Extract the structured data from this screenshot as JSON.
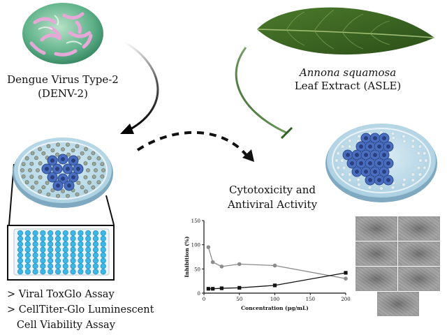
{
  "virus": {
    "line1": "Dengue Virus Type-2",
    "line2": "(DENV-2)"
  },
  "extract": {
    "line1": "Annona squamosa",
    "line2": "Leaf Extract (ASLE)"
  },
  "result": {
    "line1": "Cytotoxicity and",
    "line2": "Antiviral Activity"
  },
  "assays": [
    "> Viral ToxGlo Assay",
    "> CellTiter-Glo Luminescent",
    "   Cell Viability Assay"
  ],
  "colors": {
    "virus_arrow": "#111111",
    "extract_arrow": "#3c6b2a",
    "gray_series": "#8c8c8c",
    "black_series": "#111111",
    "cell": "#3f63b5",
    "dish": "#c9e3ee"
  },
  "chart_data": {
    "type": "line",
    "xlabel": "Concentration (µg/mL)",
    "ylabel": "Inhibition (%)",
    "xlim": [
      0,
      200
    ],
    "ylim": [
      0,
      150
    ],
    "xticks": [
      "0",
      "50",
      "100",
      "150",
      "200"
    ],
    "yticks": [
      "0",
      "50",
      "100",
      "150"
    ],
    "series": [
      {
        "marker": "circle",
        "color": "#8c8c8c",
        "x": [
          6.25,
          12.5,
          25,
          50,
          100,
          200
        ],
        "y": [
          95,
          64,
          55,
          60,
          57,
          30
        ]
      },
      {
        "marker": "square",
        "color": "#111111",
        "x": [
          6.25,
          12.5,
          25,
          50,
          100,
          200
        ],
        "y": [
          9,
          9,
          10,
          11,
          16,
          42
        ]
      }
    ]
  }
}
